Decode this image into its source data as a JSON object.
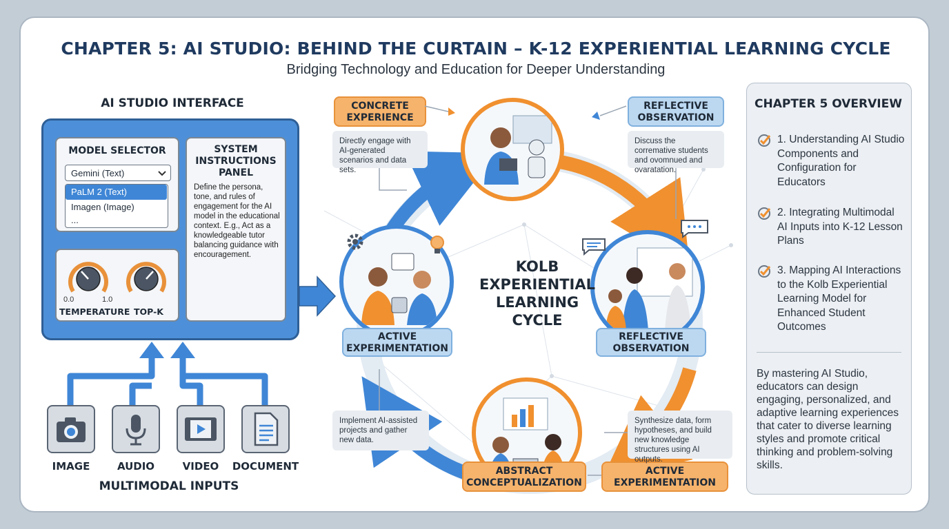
{
  "header": {
    "title": "CHAPTER 5: AI STUDIO: BEHIND THE CURTAIN – K-12 EXPERIENTIAL LEARNING CYCLE",
    "subtitle": "Bridging Technology and Education for Deeper Understanding"
  },
  "studio": {
    "heading": "AI STUDIO INTERFACE",
    "model_selector": {
      "label": "MODEL SELECTOR",
      "selected": "Gemini (Text)",
      "options": [
        "PaLM 2 (Text)",
        "Imagen (Image)",
        "..."
      ]
    },
    "system_panel": {
      "title": "SYSTEM INSTRUCTIONS PANEL",
      "body": "Define the persona, tone, and rules of engagement for the AI model in the educational context. E.g., Act as a knowledgeable tutor balancing guidance with encouragement."
    },
    "knobs": {
      "temperature_label": "TEMPERATURE",
      "topk_label": "TOP-K",
      "min": "0.0",
      "max": "1.0"
    }
  },
  "inputs": {
    "heading": "MULTIMODAL INPUTS",
    "items": [
      {
        "label": "IMAGE",
        "icon": "camera-icon"
      },
      {
        "label": "AUDIO",
        "icon": "microphone-icon"
      },
      {
        "label": "VIDEO",
        "icon": "video-icon"
      },
      {
        "label": "DOCUMENT",
        "icon": "document-icon"
      }
    ]
  },
  "cycle": {
    "center": "KOLB EXPERIENTIAL LEARNING CYCLE",
    "concrete": {
      "label": "CONCRETE EXPERIENCE",
      "note": "Directly engage with AI-generated scenarios and data sets."
    },
    "reflective_top": {
      "label": "REFLECTIVE OBSERVATION",
      "note": "Discuss the corremative students and ovomnued and ovaratation."
    },
    "active_left": {
      "label": "ACTIVE EXPERIMENTATION",
      "note": "Implement AI-assisted projects and gather new data."
    },
    "reflective_right": {
      "label": "REFLECTIVE OBSERVATION"
    },
    "abstract": {
      "label": "ABSTRACT CONCEPTUALIZATION",
      "note": "Synthesize data, form hypotheses, and build new knowledge structures using AI outputs."
    },
    "active_bottom": {
      "label": "ACTIVE EXPERIMENTATION"
    }
  },
  "overview": {
    "heading": "CHAPTER 5 OVERVIEW",
    "items": [
      "1. Understanding AI Studio Components and Configuration for Educators",
      "2. Integrating Multimodal AI Inputs into K-12 Lesson Plans",
      "3. Mapping AI Interactions to the Kolb Experiential Learning Model for Enhanced Student Outcomes"
    ],
    "summary": "By mastering AI Studio, educators can design engaging, personalized, and adaptive learning experiences that cater to diverse learning styles and promote critical thinking and problem-solving skills."
  },
  "colors": {
    "orange": "#f0902f",
    "blue": "#3f86d6",
    "navy": "#1f3a5f"
  }
}
